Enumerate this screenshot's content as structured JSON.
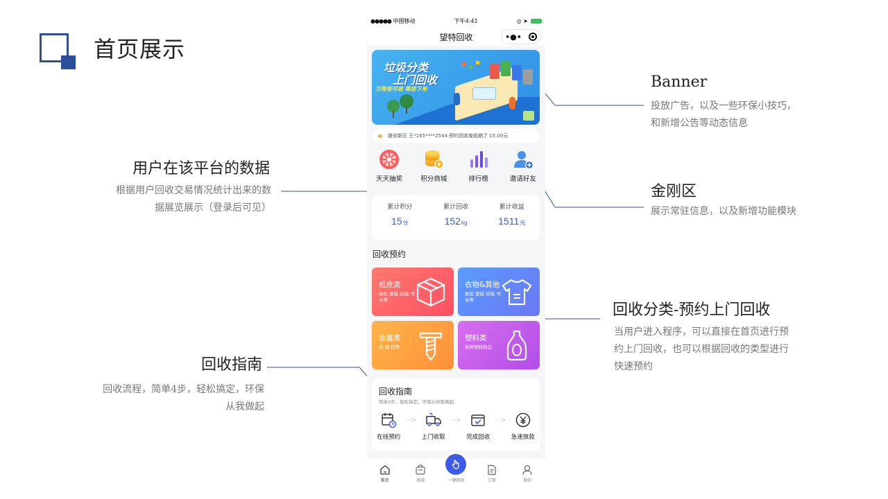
{
  "slide": {
    "title": "首页展示"
  },
  "annotations": {
    "banner": {
      "title": "Banner",
      "desc_lines": [
        "投放广告，以及一些环保小技巧，",
        "和新增公告等动态信息"
      ]
    },
    "user_data": {
      "title": "用户在该平台的数据",
      "desc_lines": [
        "根据用户回收交易情况统计出来的数",
        "据展览展示（登录后可见）"
      ]
    },
    "kingkong": {
      "title": "金刚区",
      "desc_lines": [
        "展示常驻信息，以及新增功能模块"
      ]
    },
    "category": {
      "title": "回收分类-预约上门回收",
      "desc_lines": [
        "当用户进入程序，可以直接在首页进行预",
        "约上门回收，也可以根据回收的类型进行",
        "快速预约"
      ]
    },
    "guide": {
      "title": "回收指南",
      "desc_lines": [
        "回收流程，简单4步，轻松搞定，环保",
        "从我做起"
      ]
    }
  },
  "phone": {
    "status": {
      "signal": "●●●●●",
      "carrier": "中国移动",
      "time": "下午4:41",
      "indicators": "◎ ➤"
    },
    "nav_title": "望特回收",
    "capsule": {
      "more": "•●•"
    },
    "banner": {
      "headline1": "垃圾分类",
      "headline2": "上门回收",
      "sub": "万物皆可收  等您下单"
    },
    "notice": "雄安新区 王*165****2544 预约回收废纸箱了 15.00元",
    "quick_entries": [
      {
        "label": "天天抽奖",
        "icon": "lottery-wheel-icon"
      },
      {
        "label": "积分商城",
        "icon": "coin-stack-icon"
      },
      {
        "label": "排行榜",
        "icon": "ranking-bars-icon"
      },
      {
        "label": "邀请好友",
        "icon": "invite-user-icon"
      }
    ],
    "stats": [
      {
        "label": "累计积分",
        "value": "15",
        "unit": "分"
      },
      {
        "label": "累计回收",
        "value": "152",
        "unit": "kg"
      },
      {
        "label": "累计收益",
        "value": "1511",
        "unit": "元"
      }
    ],
    "booking_title": "回收预约",
    "categories": [
      {
        "title": "纸皮类",
        "sub": "报纸 废纸 纸箱 书本等",
        "icon": "box-icon"
      },
      {
        "title": "衣物&其他",
        "sub": "报纸 废纸 纸箱 书本等",
        "icon": "tshirt-icon"
      },
      {
        "title": "金属类",
        "sub": "铁 铜 铝等",
        "icon": "screw-icon"
      },
      {
        "title": "塑料类",
        "sub": "各种塑料制品",
        "icon": "bottle-icon"
      }
    ],
    "guide": {
      "title": "回收指南",
      "sub": "简单4步，轻松搞定，环保从你我做起",
      "steps": [
        {
          "label": "在线预约",
          "icon": "calendar-clock-icon"
        },
        {
          "label": "上门收取",
          "icon": "truck-icon"
        },
        {
          "label": "完成回收",
          "icon": "check-box-icon"
        },
        {
          "label": "急速放款",
          "icon": "yuan-coin-icon"
        }
      ],
      "arrow": "···>"
    },
    "tabs": [
      {
        "label": "首页",
        "icon": "home-icon"
      },
      {
        "label": "商城",
        "icon": "shop-icon"
      },
      {
        "label": "一键回收",
        "icon": "tap-hand-icon"
      },
      {
        "label": "订单",
        "icon": "order-icon"
      },
      {
        "label": "我的",
        "icon": "profile-icon"
      }
    ]
  },
  "colors": {
    "accent_blue": "#2d4f9a",
    "stat_value": "#3a5bd9",
    "tab_center": "#3e5be6",
    "card_paper": "#ff5f66",
    "card_cloth": "#628af8",
    "card_metal": "#ffa142",
    "card_plastic": "#c45deb"
  }
}
